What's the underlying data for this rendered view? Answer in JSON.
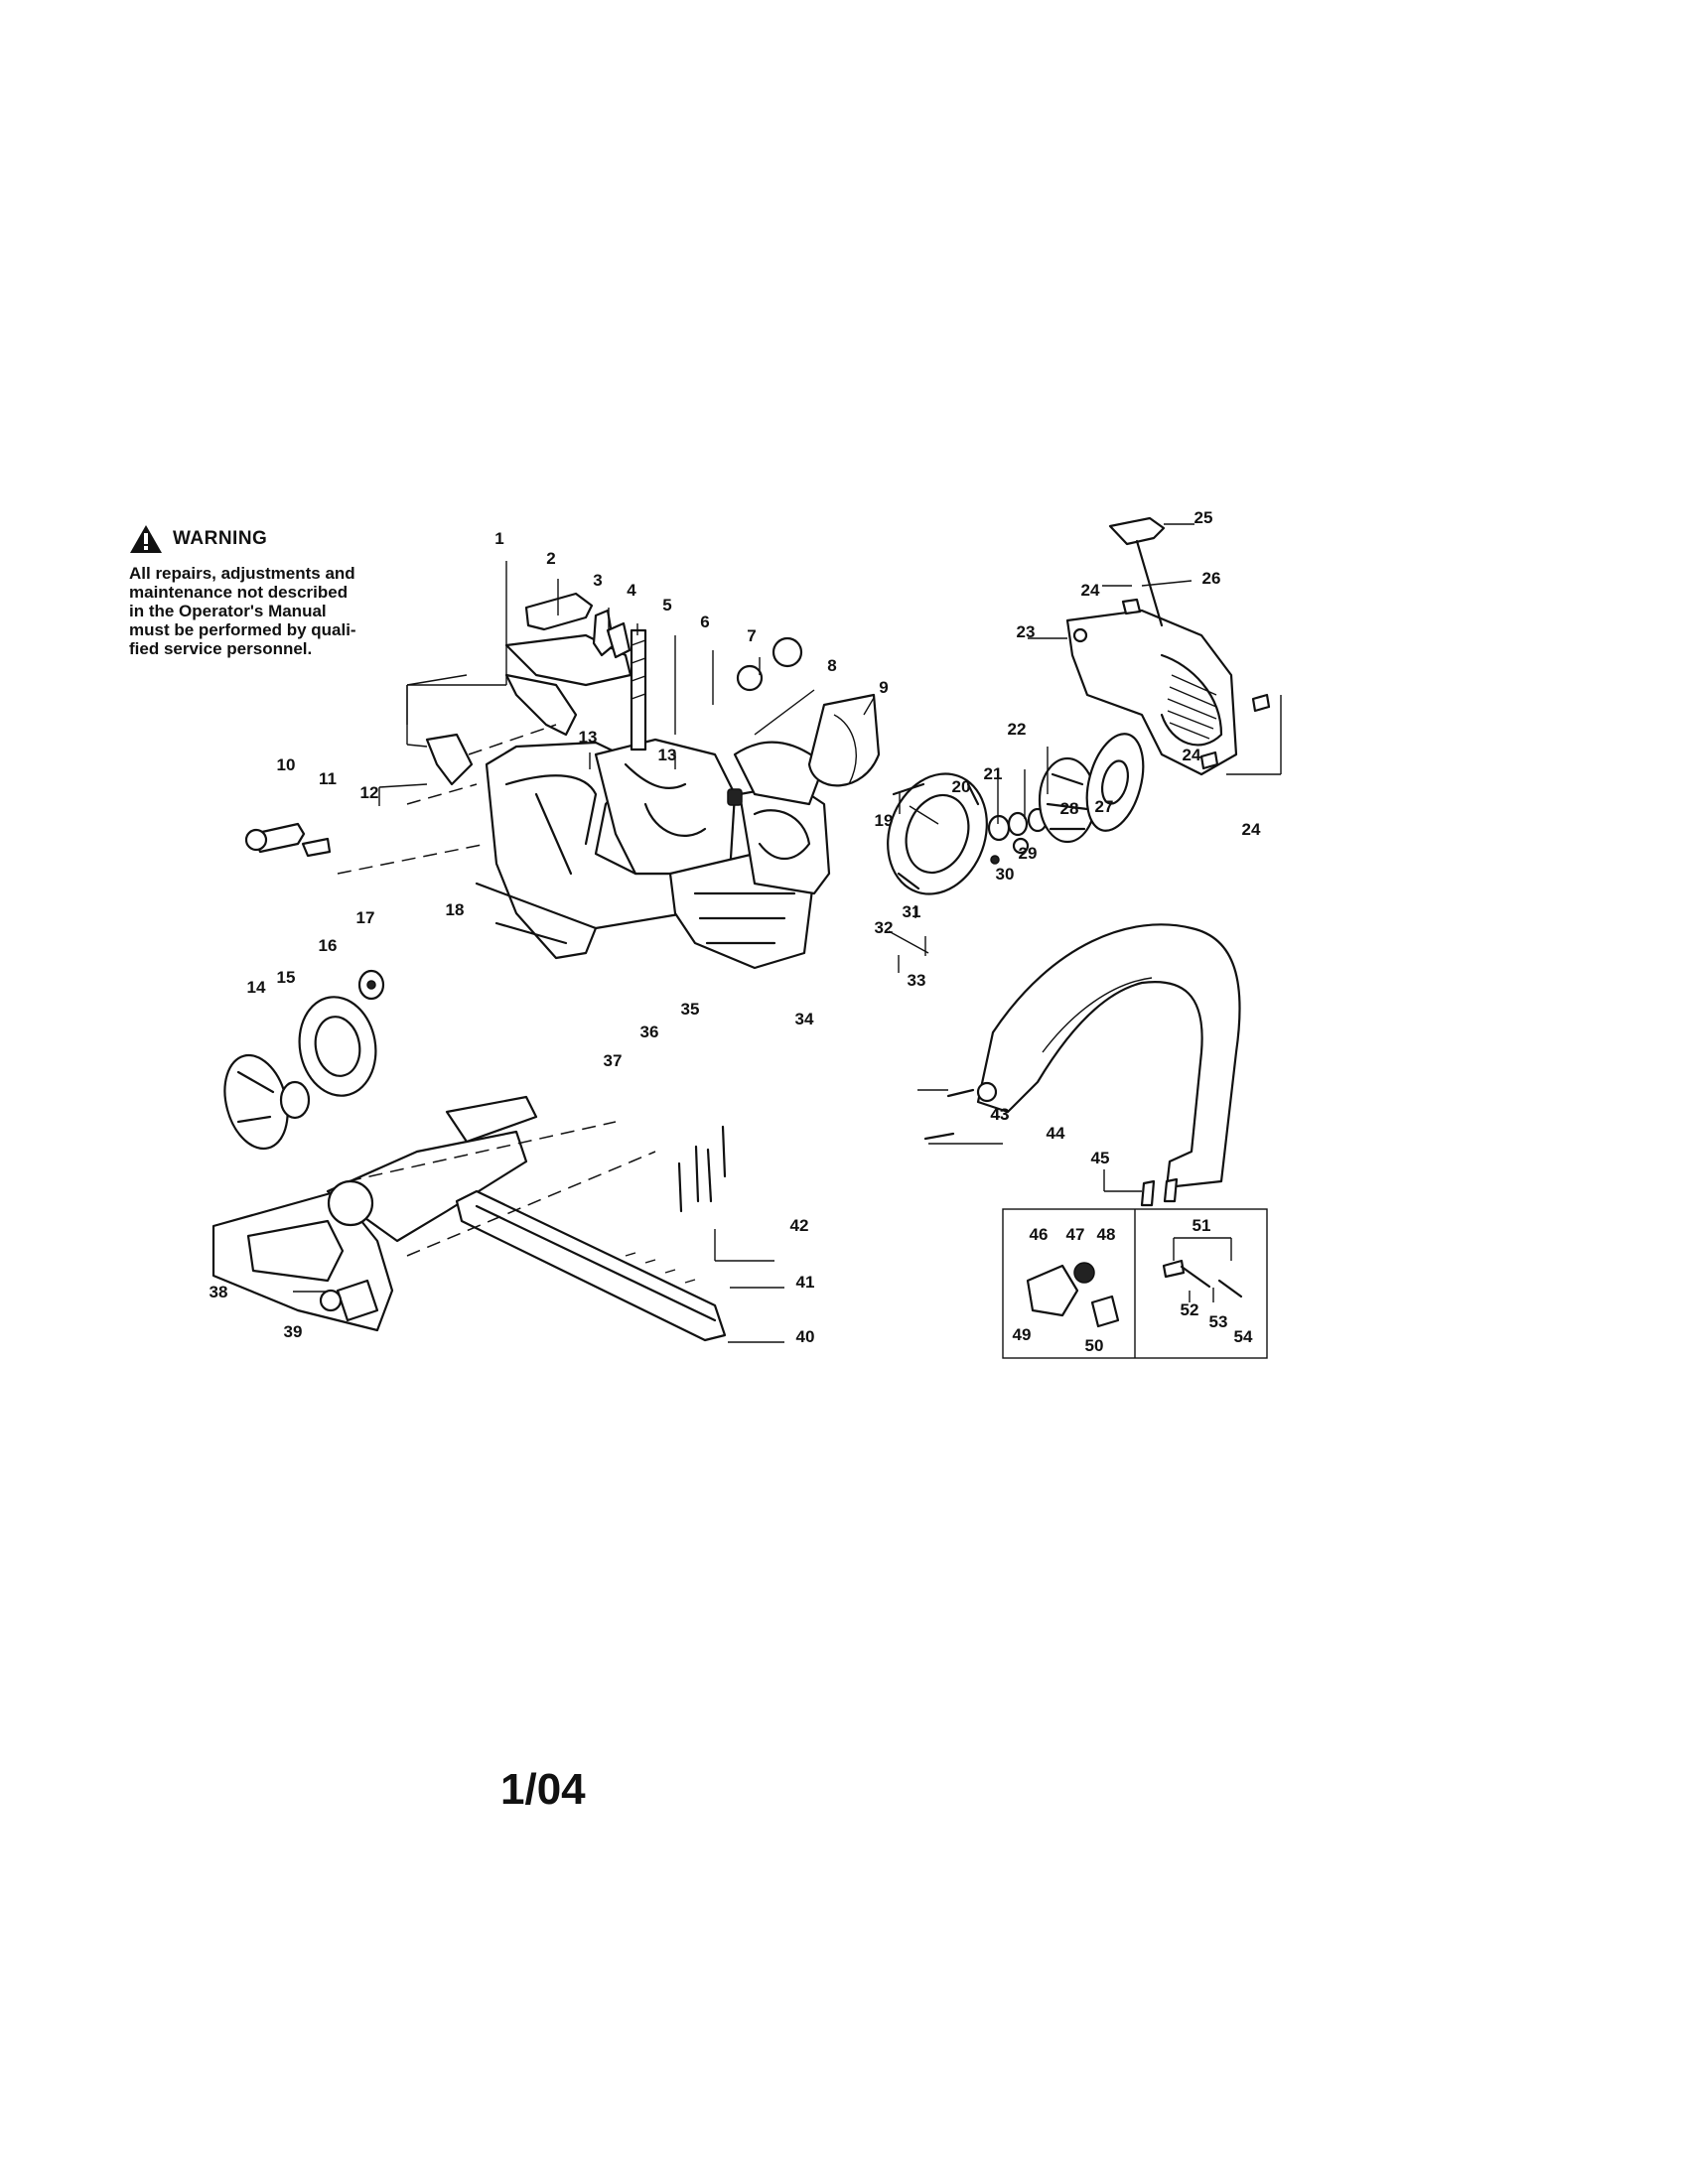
{
  "warning": {
    "icon": "warning-triangle-icon",
    "title": "WARNING",
    "lines": [
      "All repairs, adjustments and",
      "maintenance not described",
      "in the Operator's Manual",
      "must be performed by quali-",
      "fied service personnel."
    ]
  },
  "part_labels": [
    "1",
    "2",
    "3",
    "4",
    "5",
    "6",
    "7",
    "8",
    "9",
    "10",
    "11",
    "12",
    "13",
    "13",
    "14",
    "15",
    "16",
    "17",
    "18",
    "19",
    "20",
    "21",
    "22",
    "23",
    "24",
    "24",
    "24",
    "25",
    "26",
    "27",
    "28",
    "29",
    "30",
    "31",
    "32",
    "33",
    "34",
    "35",
    "36",
    "37",
    "38",
    "39",
    "40",
    "41",
    "42",
    "43",
    "43",
    "44",
    "45",
    "46",
    "47",
    "48",
    "49",
    "50",
    "51",
    "52",
    "53",
    "54"
  ],
  "revision": "1/04"
}
